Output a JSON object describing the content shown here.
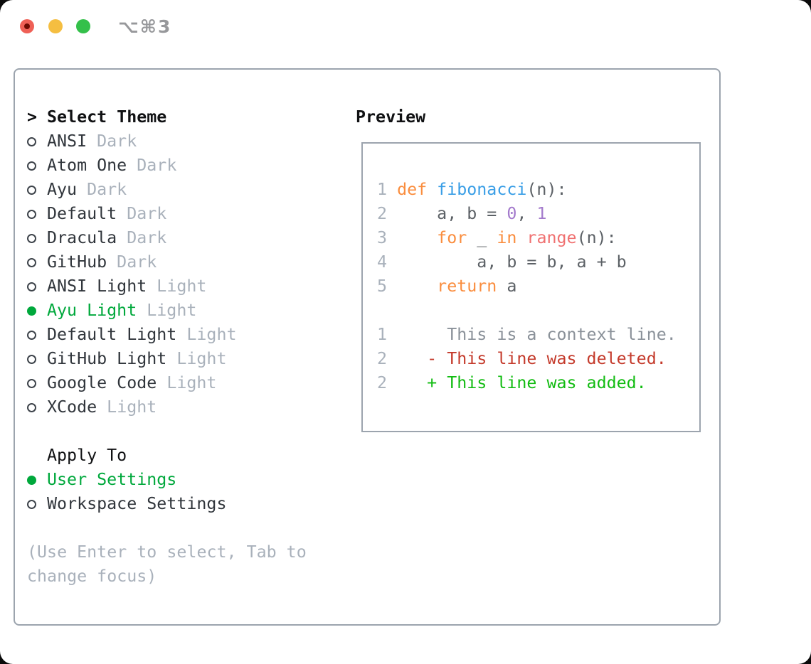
{
  "window": {
    "shortcut_label": "⌥⌘3"
  },
  "colors": {
    "selection": "#00A83C",
    "itemText": "#30353B",
    "variantText": "#A9B1BB",
    "border": "#9CA4AE",
    "keyword": "#FA8D3E",
    "function": "#399EE6",
    "number": "#A37ACC",
    "builtin": "#F07171",
    "fg": "#5C6166",
    "lineNumber": "#A9B1BB",
    "context": "#8A9199",
    "deleted": "#C43A2B",
    "added": "#12BC12"
  },
  "sidebar": {
    "title_prefix": ">",
    "title": "Select Theme",
    "themes": [
      {
        "name": "ANSI",
        "variant": "Dark",
        "selected": false
      },
      {
        "name": "Atom One",
        "variant": "Dark",
        "selected": false
      },
      {
        "name": "Ayu",
        "variant": "Dark",
        "selected": false
      },
      {
        "name": "Default",
        "variant": "Dark",
        "selected": false
      },
      {
        "name": "Dracula",
        "variant": "Dark",
        "selected": false
      },
      {
        "name": "GitHub",
        "variant": "Dark",
        "selected": false
      },
      {
        "name": "ANSI Light",
        "variant": "Light",
        "selected": false
      },
      {
        "name": "Ayu Light",
        "variant": "Light",
        "selected": true
      },
      {
        "name": "Default Light",
        "variant": "Light",
        "selected": false
      },
      {
        "name": "GitHub Light",
        "variant": "Light",
        "selected": false
      },
      {
        "name": "Google Code",
        "variant": "Light",
        "selected": false
      },
      {
        "name": "XCode",
        "variant": "Light",
        "selected": false
      }
    ],
    "apply_to": {
      "label": "Apply To",
      "options": [
        {
          "name": "User Settings",
          "selected": true
        },
        {
          "name": "Workspace Settings",
          "selected": false
        }
      ]
    },
    "hint": "(Use Enter to select, Tab to change focus)"
  },
  "preview": {
    "title": "Preview",
    "code_lines": [
      {
        "num": "1",
        "segments": [
          {
            "t": "def",
            "c": "keyword"
          },
          {
            "t": " ",
            "c": "fg"
          },
          {
            "t": "fibonacci",
            "c": "function"
          },
          {
            "t": "(n):",
            "c": "fg"
          }
        ]
      },
      {
        "num": "2",
        "segments": [
          {
            "t": "    a, b = ",
            "c": "fg"
          },
          {
            "t": "0",
            "c": "number"
          },
          {
            "t": ", ",
            "c": "fg"
          },
          {
            "t": "1",
            "c": "number"
          }
        ]
      },
      {
        "num": "3",
        "segments": [
          {
            "t": "    ",
            "c": "fg"
          },
          {
            "t": "for",
            "c": "keyword"
          },
          {
            "t": " _ ",
            "c": "fg"
          },
          {
            "t": "in",
            "c": "keyword"
          },
          {
            "t": " ",
            "c": "fg"
          },
          {
            "t": "range",
            "c": "builtin"
          },
          {
            "t": "(n):",
            "c": "fg"
          }
        ]
      },
      {
        "num": "4",
        "segments": [
          {
            "t": "        a, b = b, a + b",
            "c": "fg"
          }
        ]
      },
      {
        "num": "5",
        "segments": [
          {
            "t": "    ",
            "c": "fg"
          },
          {
            "t": "return",
            "c": "keyword"
          },
          {
            "t": " a",
            "c": "fg"
          }
        ]
      }
    ],
    "diff_lines": [
      {
        "num": "1",
        "segments": [
          {
            "t": "     This is a context line.",
            "c": "context"
          }
        ]
      },
      {
        "num": "2",
        "segments": [
          {
            "t": "   - This line was deleted.",
            "c": "deleted"
          }
        ]
      },
      {
        "num": "2",
        "segments": [
          {
            "t": "   + This line was added.",
            "c": "added"
          }
        ]
      }
    ]
  }
}
